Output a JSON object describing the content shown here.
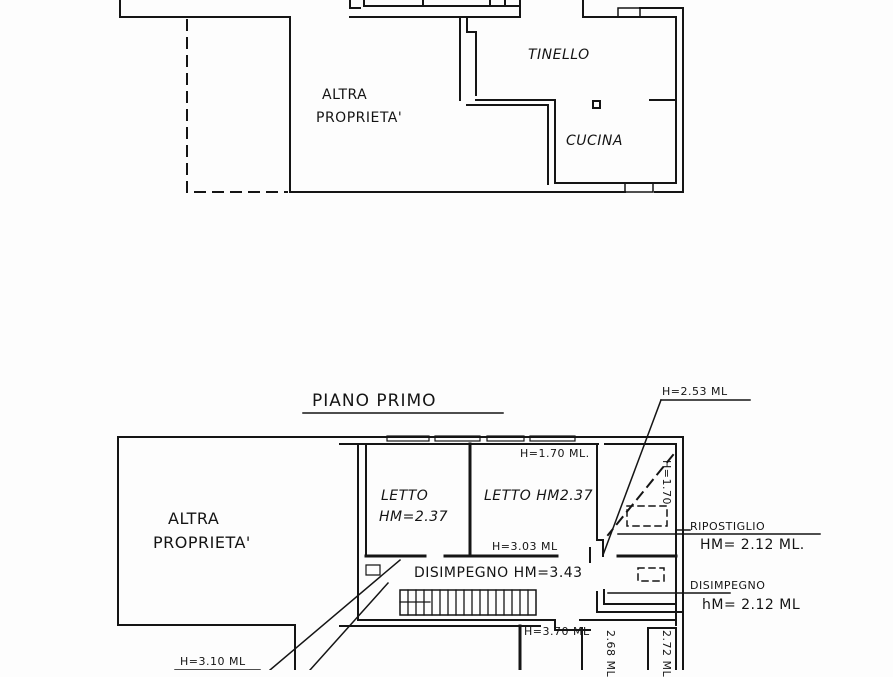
{
  "ground_floor": {
    "rooms": {
      "other_property_line1": "ALTRA",
      "other_property_line2": "PROPRIETA'",
      "tinello": "TINELLO",
      "cucina": "CUCINA"
    }
  },
  "first_floor": {
    "title": "PIANO PRIMO",
    "rooms": {
      "other_property_line1": "ALTRA",
      "other_property_line2": "PROPRIETA'",
      "letto_1_name": "LETTO",
      "letto_1_height": "HM=2.37",
      "letto_2": "LETTO HM2.37",
      "disimpegno_main": "DISIMPEGNO HM=3.43",
      "ripostiglio_name": "RIPOSTIGLIO",
      "ripostiglio_height": "HM= 2.12 ML.",
      "disimpegno_small_name": "DISIMPEGNO",
      "disimpegno_small_height": "hM= 2.12 ML"
    },
    "heights": {
      "top_pointer": "H=2.53 ML",
      "window_corner": "H=1.70 ML.",
      "letto_2_bottom": "H=3.03 ML",
      "diag_ripostiglio": "H=1.70",
      "stair_pointer": "H=3.10 ML",
      "lower_room": "H=3.70 ML",
      "vertical_1": "2.68 ML",
      "vertical_2": "2.72 ML"
    }
  }
}
